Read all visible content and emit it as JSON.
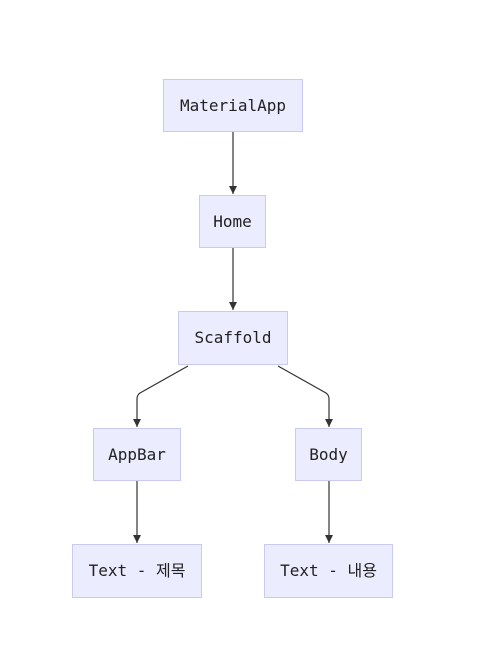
{
  "diagram": {
    "nodes": {
      "material_app": "MaterialApp",
      "home": "Home",
      "scaffold": "Scaffold",
      "app_bar": "AppBar",
      "body": "Body",
      "text_title": "Text - 제목",
      "text_body": "Text - 내용"
    },
    "edges": [
      [
        "material_app",
        "home"
      ],
      [
        "home",
        "scaffold"
      ],
      [
        "scaffold",
        "app_bar"
      ],
      [
        "scaffold",
        "body"
      ],
      [
        "app_bar",
        "text_title"
      ],
      [
        "body",
        "text_body"
      ]
    ],
    "colors": {
      "node_fill": "#ececff",
      "node_border": "#c9c9f2",
      "edge": "#333333"
    }
  }
}
